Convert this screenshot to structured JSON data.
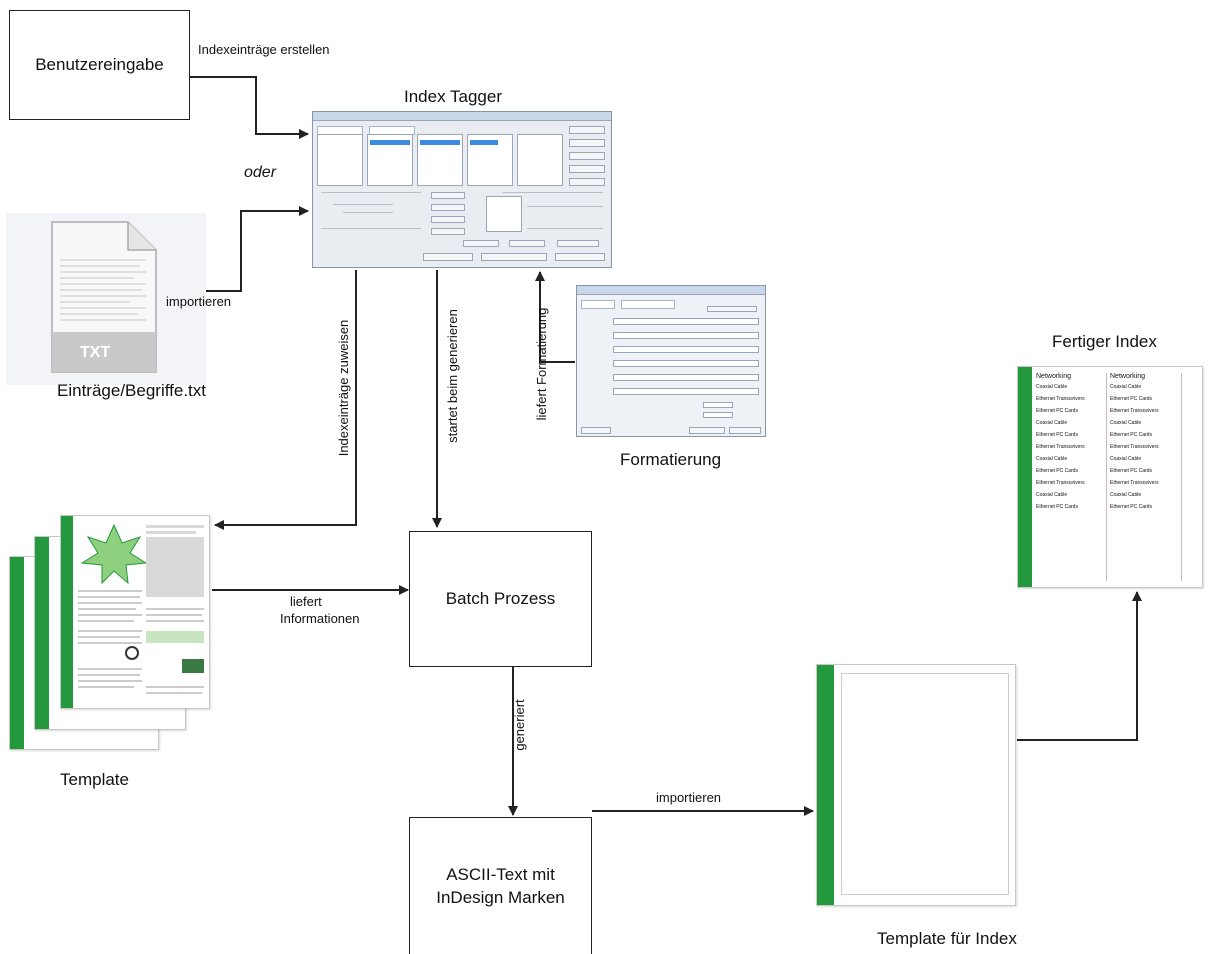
{
  "nodes": {
    "user_input": "Benutzereingabe",
    "index_tagger_title": "Index Tagger",
    "txt_icon_label": "TXT",
    "txt_file_name": "Einträge/Begriffe.txt",
    "formatting_caption": "Formatierung",
    "finished_index_title": "Fertiger Index",
    "template_caption": "Template",
    "batch_process": "Batch Prozess",
    "ascii_text_line1": "ASCII-Text mit",
    "ascii_text_line2": "InDesign Marken",
    "template_for_index_caption": "Template für Index"
  },
  "edges": {
    "create_entries": "Indexeinträge erstellen",
    "or": "oder",
    "import_txt": "importieren",
    "assign_entries": "Indexeinträge zuweisen",
    "start_generation": "startet beim generieren",
    "delivers_formatting": "liefert Formatierung",
    "delivers_info_line1": "liefert",
    "delivers_info_line2": "Informationen",
    "generates": "generiert",
    "import_ascii": "importieren"
  },
  "colors": {
    "stroke": "#222222",
    "accent_green": "#23983c",
    "selection_blue": "#3d8be0"
  },
  "index_page_entries": [
    "Networking",
    "Coaxial Cable",
    "Ethernet Transceivers",
    "Ethernet PC Cards",
    "Coaxial Cable",
    "Ethernet PC Cards",
    "Ethernet Transceivers",
    "Coaxial Cable",
    "Ethernet PC Cards",
    "Ethernet Transceivers",
    "Coaxial Cable",
    "Ethernet PC Cards"
  ]
}
